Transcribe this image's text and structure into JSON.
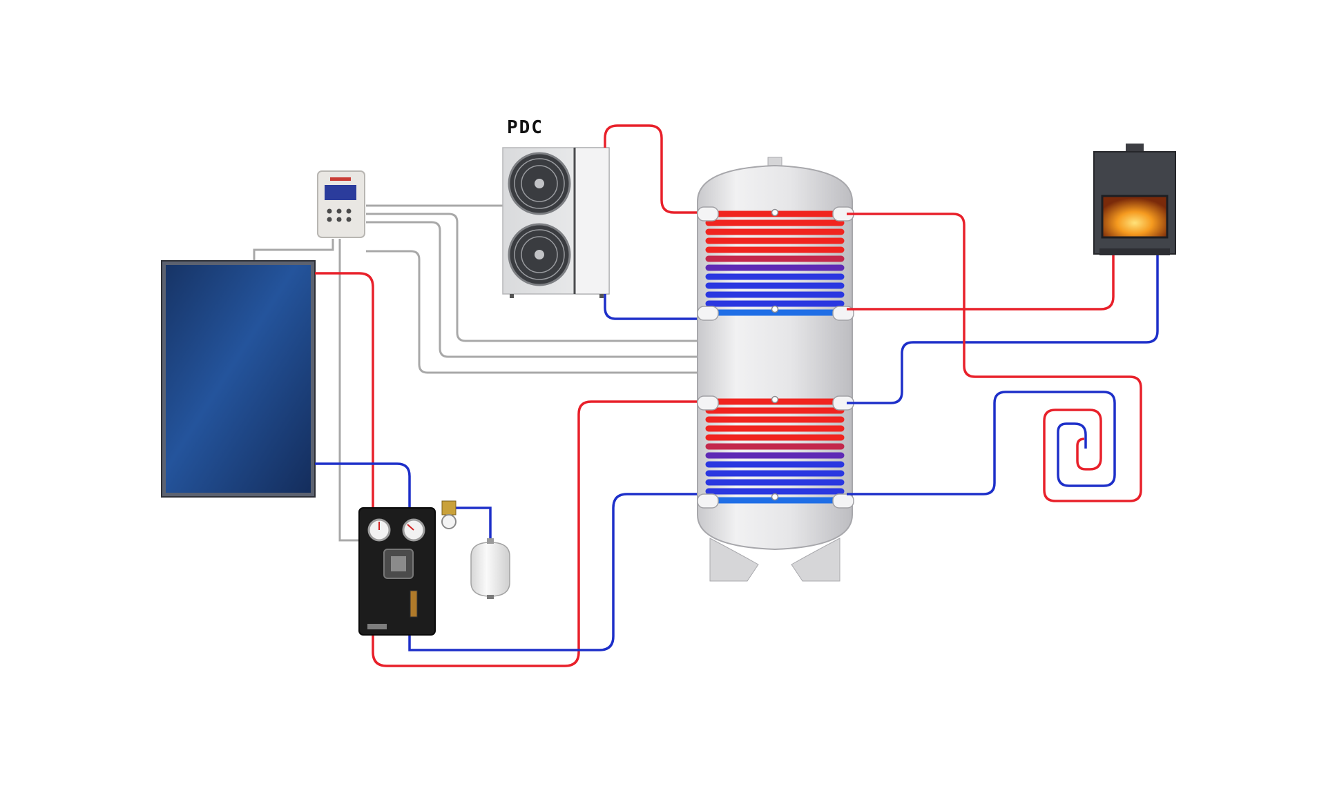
{
  "labels": {
    "heat_pump": "PDC"
  },
  "components": [
    {
      "id": "solar-collector",
      "icon": "solar-panel-icon"
    },
    {
      "id": "solar-controller",
      "icon": "controller-icon"
    },
    {
      "id": "heat-pump",
      "icon": "heat-pump-icon"
    },
    {
      "id": "storage-tank",
      "icon": "tank-icon"
    },
    {
      "id": "fireplace",
      "icon": "fireplace-icon"
    },
    {
      "id": "pump-station",
      "icon": "pump-station-icon"
    },
    {
      "id": "expansion-vessel",
      "icon": "expansion-vessel-icon"
    },
    {
      "id": "underfloor-heating",
      "icon": "floor-heating-icon"
    }
  ],
  "colors": {
    "hot_pipe": "#e8202a",
    "cold_pipe": "#1d2fc9",
    "signal_wire": "#a8a8a8",
    "tank_body": "#e4e4e6",
    "panel_blue": "#1a3f86",
    "station_body": "#1c1c1c"
  }
}
